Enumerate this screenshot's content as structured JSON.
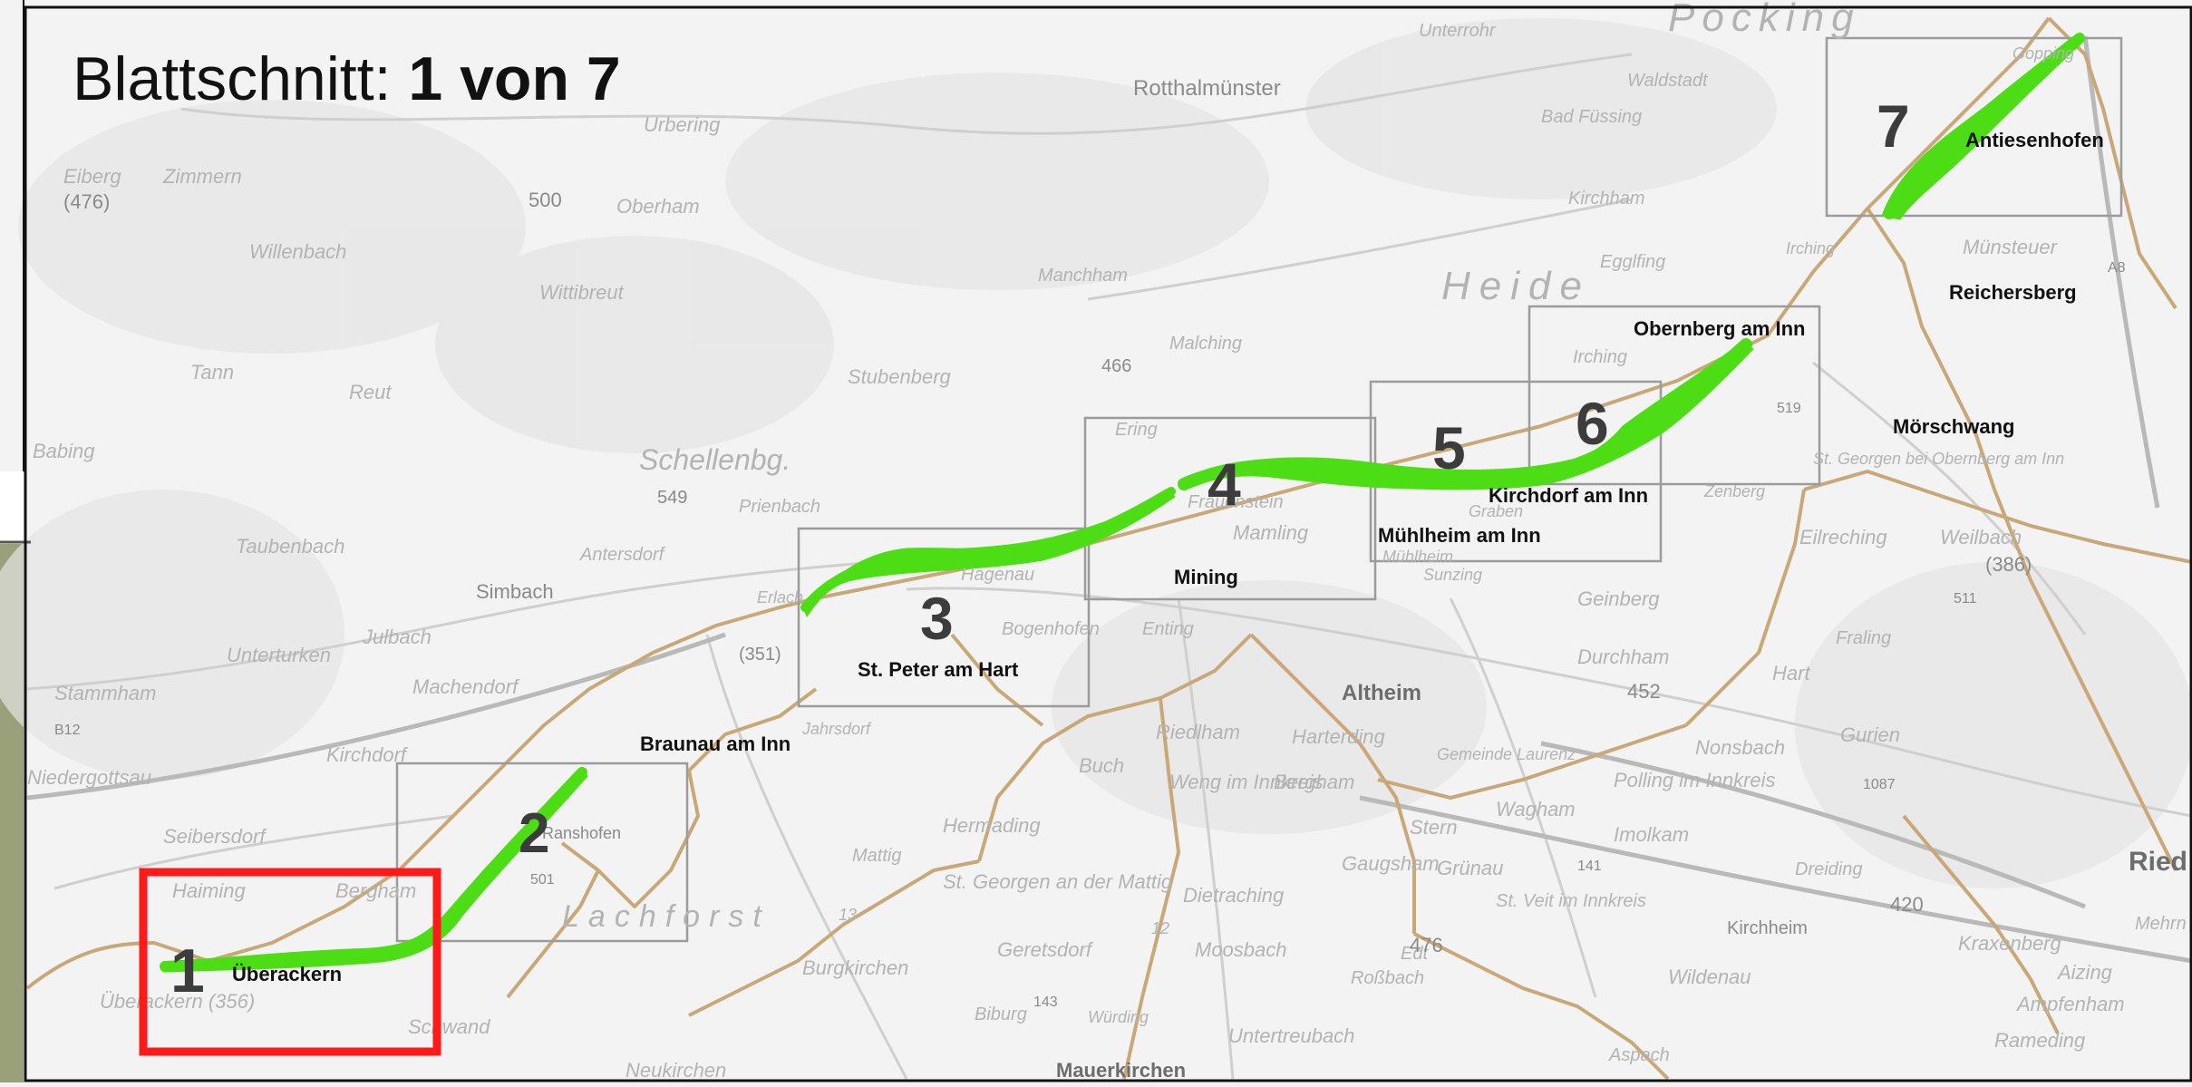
{
  "title": {
    "prefix": "Blattschnitt: ",
    "sheet": "1 von 7"
  },
  "tiles": [
    {
      "number": "1",
      "selected": true
    },
    {
      "number": "2",
      "selected": false
    },
    {
      "number": "3",
      "selected": false
    },
    {
      "number": "4",
      "selected": false
    },
    {
      "number": "5",
      "selected": false
    },
    {
      "number": "6",
      "selected": false
    },
    {
      "number": "7",
      "selected": false
    }
  ],
  "towns": [
    "Überackern",
    "Braunau am Inn",
    "St. Peter am Hart",
    "Mining",
    "Mühlheim am Inn",
    "Kirchdorf am Inn",
    "Obernberg am Inn",
    "Antiesenhofen",
    "Reichersberg",
    "Mörschwang"
  ],
  "basemap_labels": [
    "Rotthalmünster",
    "Pocking",
    "Heide",
    "Schellenbg.",
    "Simbach",
    "Lachforst",
    "Altheim",
    "Stubenberg",
    "Zimmern",
    "Eiberg",
    "Wittibreut",
    "Tann",
    "Reut",
    "Babing",
    "Taubenbach",
    "Unterturken",
    "Julbach",
    "Stammham",
    "Machendorf",
    "Kirchdorf",
    "Niedergottsau",
    "Haiming",
    "Bergham",
    "Seibersdorf",
    "Ranshofen",
    "Hart",
    "Burgkirchen",
    "St. Georgen an der Mattig",
    "Mattig",
    "Hermading",
    "Buch",
    "Riedlham",
    "Weng im Innkreis",
    "Harterding",
    "Bergham",
    "Dietraching",
    "Moosbach",
    "Geretsdorf",
    "Gaugsham",
    "Stern",
    "Grünau",
    "Wagham",
    "St. Veit im Innkreis",
    "Polling im Innkreis",
    "Nonsbach",
    "Gurien",
    "Durchham",
    "Geinberg",
    "Weilbach",
    "Eilreching",
    "Fraling",
    "Ried",
    "Mehrn",
    "Rameding",
    "Ampfenham",
    "Aizing",
    "Kraxenberg",
    "Kirchheim",
    "Wildenau",
    "Imolkam",
    "Dreiding",
    "Aspach",
    "Edt",
    "Roßbach",
    "Untertreubach",
    "Mauerkirchen",
    "Neukirchen",
    "Schwand",
    "Biburg",
    "Münsteuer",
    "St. Georgen bei Obernberg am Inn",
    "Egglfing",
    "Kirchham",
    "Malching",
    "Manchham",
    "Ering",
    "Frauenstein",
    "Mamling",
    "Hagenau",
    "Bogenhofen",
    "Mühlheim",
    "Jahrsdorf",
    "Gemeinde Laurenz",
    "Waldstadt",
    "Bad Füssing",
    "Unterrohr",
    "Zenberg",
    "Irching",
    "Graben",
    "Sunzing",
    "Gopping",
    "Urbering",
    "Oberham",
    "Willenbach",
    "Prienbach",
    "Antersdorf",
    "Erlach",
    "Überackern (356)",
    "Enting",
    "Irching",
    "Würding"
  ],
  "spot_heights": [
    "500",
    "466",
    "549",
    "452",
    "476",
    "420",
    "(386)",
    "(476)",
    "(351)"
  ],
  "road_labels": [
    "501",
    "141",
    "143",
    "B12",
    "12",
    "13",
    "A8",
    "1087",
    "519",
    "511"
  ],
  "colors": {
    "river_highlight": "#4ddd14",
    "selection": "#ff1a1a",
    "tile_frame": "#9b9b9b",
    "boundary": "#c9a878",
    "map_frame": "#111111"
  }
}
